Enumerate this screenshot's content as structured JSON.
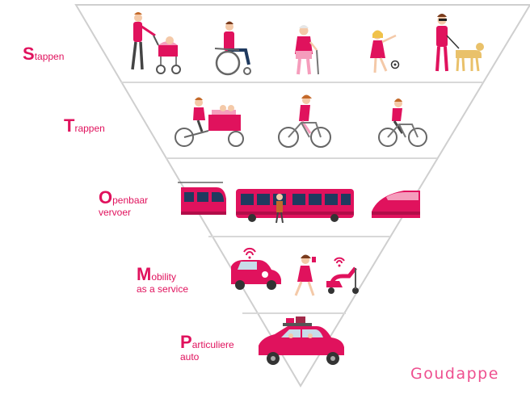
{
  "levels": [
    {
      "initial": "S",
      "rest": "tappen",
      "line2": ""
    },
    {
      "initial": "T",
      "rest": "rappen",
      "line2": ""
    },
    {
      "initial": "O",
      "rest": "penbaar",
      "line2": "vervoer"
    },
    {
      "initial": "M",
      "rest": "obility",
      "line2": "as a service"
    },
    {
      "initial": "P",
      "rest": "articuliere",
      "line2": "auto"
    }
  ],
  "icons": {
    "level_1": [
      "person-with-stroller-icon",
      "wheelchair-user-icon",
      "elderly-person-with-cane-icon",
      "child-with-ball-icon",
      "blind-person-with-guide-dog-icon"
    ],
    "level_2": [
      "cargo-bike-icon",
      "cyclist-icon",
      "child-cyclist-icon"
    ],
    "level_3": [
      "tram-icon",
      "bus-icon",
      "train-icon"
    ],
    "level_4": [
      "shared-car-icon",
      "walking-person-with-phone-icon",
      "shared-scooter-icon"
    ],
    "level_5": [
      "private-car-icon"
    ]
  },
  "brand": "Goudappe",
  "colors": {
    "accent": "#e0125d",
    "accent_light": "#f59dbc",
    "line": "#d9d9d9",
    "dark": "#444444"
  }
}
